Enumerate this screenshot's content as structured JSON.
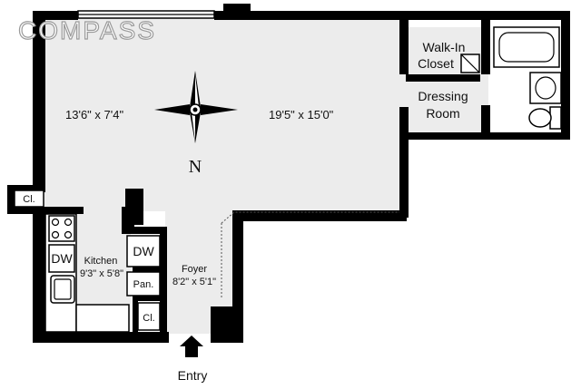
{
  "watermark": "COMPASS",
  "rooms": {
    "living_left_dims": "13'6\" x 7'4\"",
    "living_main_dims": "19'5\" x 15'0\"",
    "walk_in_closet": [
      "Walk-In",
      "Closet"
    ],
    "dressing_room": [
      "Dressing",
      "Room"
    ],
    "kitchen": "Kitchen",
    "kitchen_dims": "9'3\" x 5'8\"",
    "foyer": "Foyer",
    "foyer_dims": "8'2\" x 5'1\""
  },
  "fixtures": {
    "closet_left": "Cl.",
    "closet_foyer": "Cl.",
    "dishwasher_kitchen": "DW",
    "dishwasher_counter": "DW",
    "pantry": "Pan."
  },
  "compass": {
    "north": "N"
  },
  "entry": {
    "label": "Entry"
  }
}
